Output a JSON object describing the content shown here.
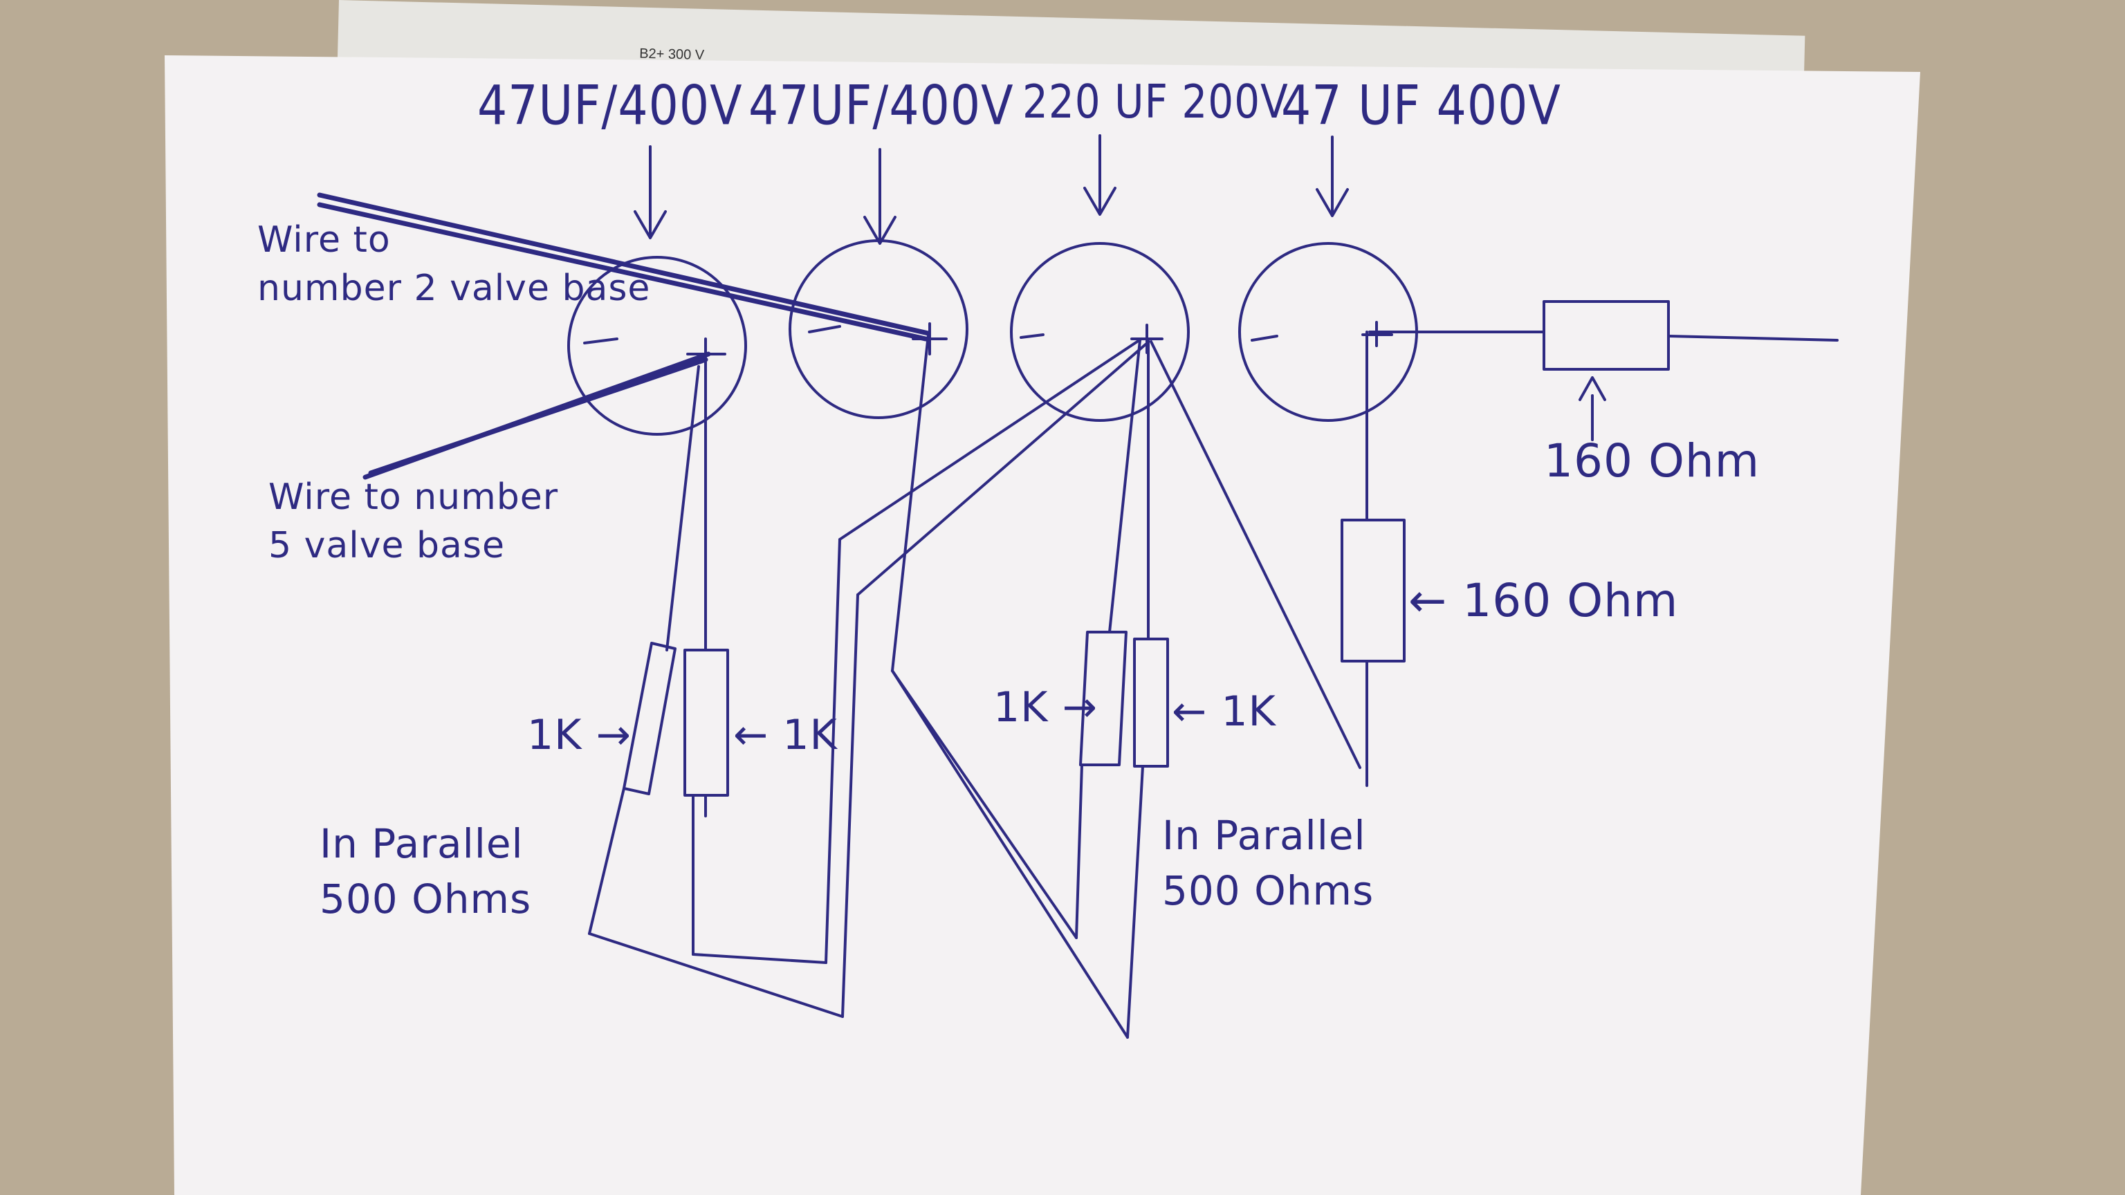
{
  "background_sheet": {
    "label": "B2+ 300 V"
  },
  "capacitors": [
    {
      "label": "47UF/400V",
      "polarity_minus": "−",
      "polarity_plus": "+"
    },
    {
      "label": "47UF/400V",
      "polarity_minus": "−",
      "polarity_plus": "+"
    },
    {
      "label": "220 UF 200V",
      "polarity_minus": "−",
      "polarity_plus": "+"
    },
    {
      "label": "47 UF 400V",
      "polarity_minus": "−",
      "polarity_plus": "+"
    }
  ],
  "wire_notes": {
    "valve2": "Wire to\nnumber 2 valve base",
    "valve5": "Wire to number\n5 valve base"
  },
  "resistors": {
    "left_a": "1K →",
    "left_b": "← 1K",
    "mid_a": "1K →",
    "mid_b": "← 1K",
    "vertical_160": "← 160 Ohm",
    "series_160": "160 Ohm"
  },
  "parallel_notes": {
    "left": "In Parallel\n500 Ohms",
    "right": "In Parallel\n500 Ohms"
  },
  "colors": {
    "ink": "#2e2a82",
    "paper": "#f4f2f3"
  }
}
